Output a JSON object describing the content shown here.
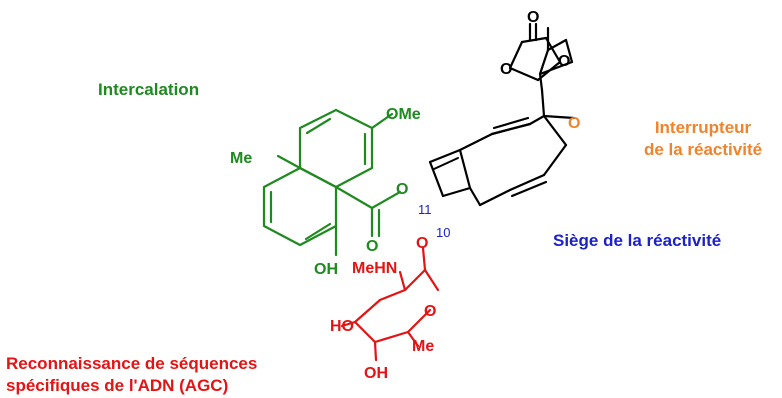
{
  "labels": {
    "intercalation": "Intercalation",
    "interrupteur_line1": "Interrupteur",
    "interrupteur_line2": "de la réactivité",
    "siege": "Siège de la réactivité",
    "reconnaissance_line1": "Reconnaissance de séquences",
    "reconnaissance_line2": "spécifiques de l'ADN (AGC)"
  },
  "atoms": {
    "ome": "OMe",
    "me_naph": "Me",
    "oh_naph": "OH",
    "ester_o": "O",
    "carbonyl_o": "O",
    "glyco_o": "O",
    "epoxide_o": "O",
    "carbonate_o_top": "O",
    "carbonate_o_left": "O",
    "carbonate_o_right": "O",
    "mehn": "MeHN",
    "ho_sugar": "HO",
    "ring_o_sugar": "O",
    "me_sugar": "Me",
    "oh_sugar": "OH"
  },
  "locants": {
    "c11": "11",
    "c10": "10"
  },
  "colors": {
    "green": "#1f8a1f",
    "orange": "#f0842c",
    "blue": "#1a22c8",
    "red": "#e31414",
    "black": "#000000"
  }
}
